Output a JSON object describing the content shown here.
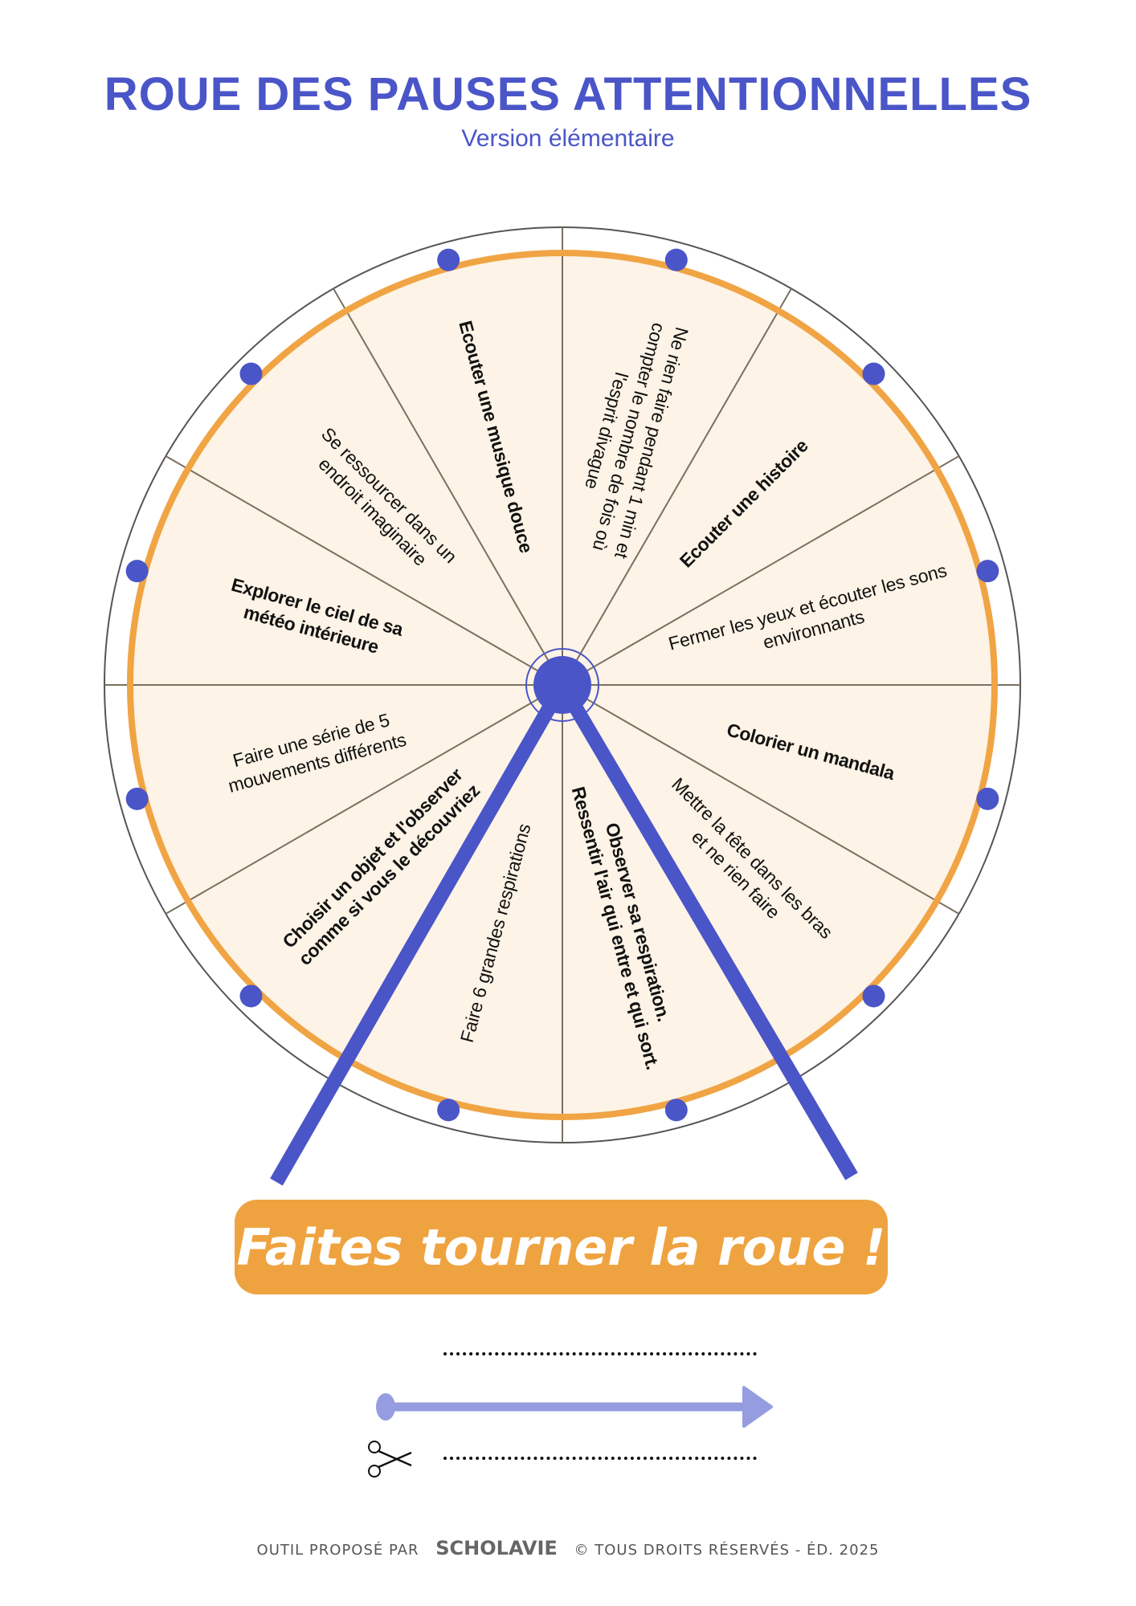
{
  "header": {
    "title": "ROUE DES PAUSES ATTENTIONNELLES",
    "subtitle": "Version élémentaire"
  },
  "wheel": {
    "segments": [
      {
        "label": "Ne rien faire pendant 1 min et\ncompter le nombre de fois où\nl'esprit divague",
        "bold": false
      },
      {
        "label": "Ecouter une histoire",
        "bold": true
      },
      {
        "label": "Fermer les yeux et écouter les sons\nenvironnants",
        "bold": false
      },
      {
        "label": "Colorier un mandala",
        "bold": true
      },
      {
        "label": "Mettre la tête dans les bras\net ne rien faire",
        "bold": false
      },
      {
        "label": "Observer sa respiration.\nRessentir l'air qui entre et qui sort.",
        "bold": true
      },
      {
        "label": "Faire 6 grandes respirations",
        "bold": false
      },
      {
        "label": "Choisir un objet et l'observer\ncomme si vous le découvriez",
        "bold": true
      },
      {
        "label": "Faire une série de 5\nmouvements différents",
        "bold": false
      },
      {
        "label": "Explorer le ciel de sa\nmétéo intérieure",
        "bold": true
      },
      {
        "label": "Se ressourcer dans un\nendroit imaginaire",
        "bold": false
      },
      {
        "label": "Ecouter une musique douce",
        "bold": true
      }
    ],
    "colors": {
      "accent": "#4a55c8",
      "ring": "#f0a444",
      "fill": "#fdf3e6",
      "divider": "#7a7060"
    }
  },
  "cta": {
    "label": "Faites tourner la roue !"
  },
  "footer": {
    "left": "OUTIL PROPOSÉ PAR",
    "brand": "SCHOLAVIE",
    "right": "©  TOUS DROITS RÉSERVÉS - ÉD. 2025"
  }
}
